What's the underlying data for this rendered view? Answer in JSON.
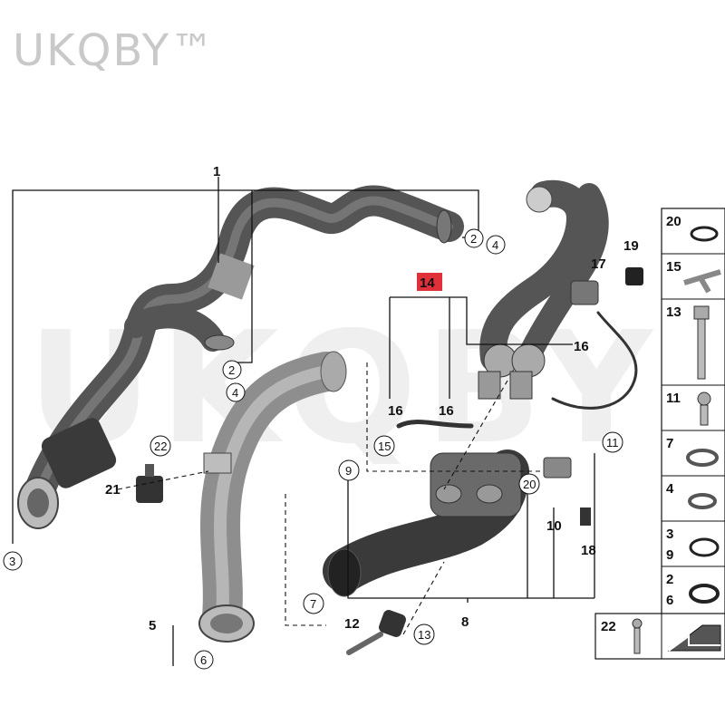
{
  "brand": "UKQBY™",
  "watermark": "UKQBY™",
  "callouts": {
    "c1": "1",
    "c2a": "2",
    "c4a": "4",
    "c2b": "2",
    "c4b": "4",
    "c3": "3",
    "c5": "5",
    "c6": "6",
    "c7": "7",
    "c8": "8",
    "c9": "9",
    "c10": "10",
    "c11": "11",
    "c12": "12",
    "c13": "13",
    "c14": "14",
    "c15": "15",
    "c16a": "16",
    "c16b": "16",
    "c16c": "16",
    "c17": "17",
    "c18": "18",
    "c19": "19",
    "c20": "20",
    "c21": "21",
    "c22": "22"
  },
  "legend": {
    "r20": "20",
    "r15": "15",
    "r13": "13",
    "r11": "11",
    "r7": "7",
    "r4": "4",
    "r3": "3",
    "r9": "9",
    "r2": "2",
    "r6": "6",
    "r22": "22"
  },
  "colors": {
    "highlight": "#e0303a",
    "hose": "#4a4a4a",
    "hoseLight": "#9a9a9a",
    "line": "#111111"
  }
}
